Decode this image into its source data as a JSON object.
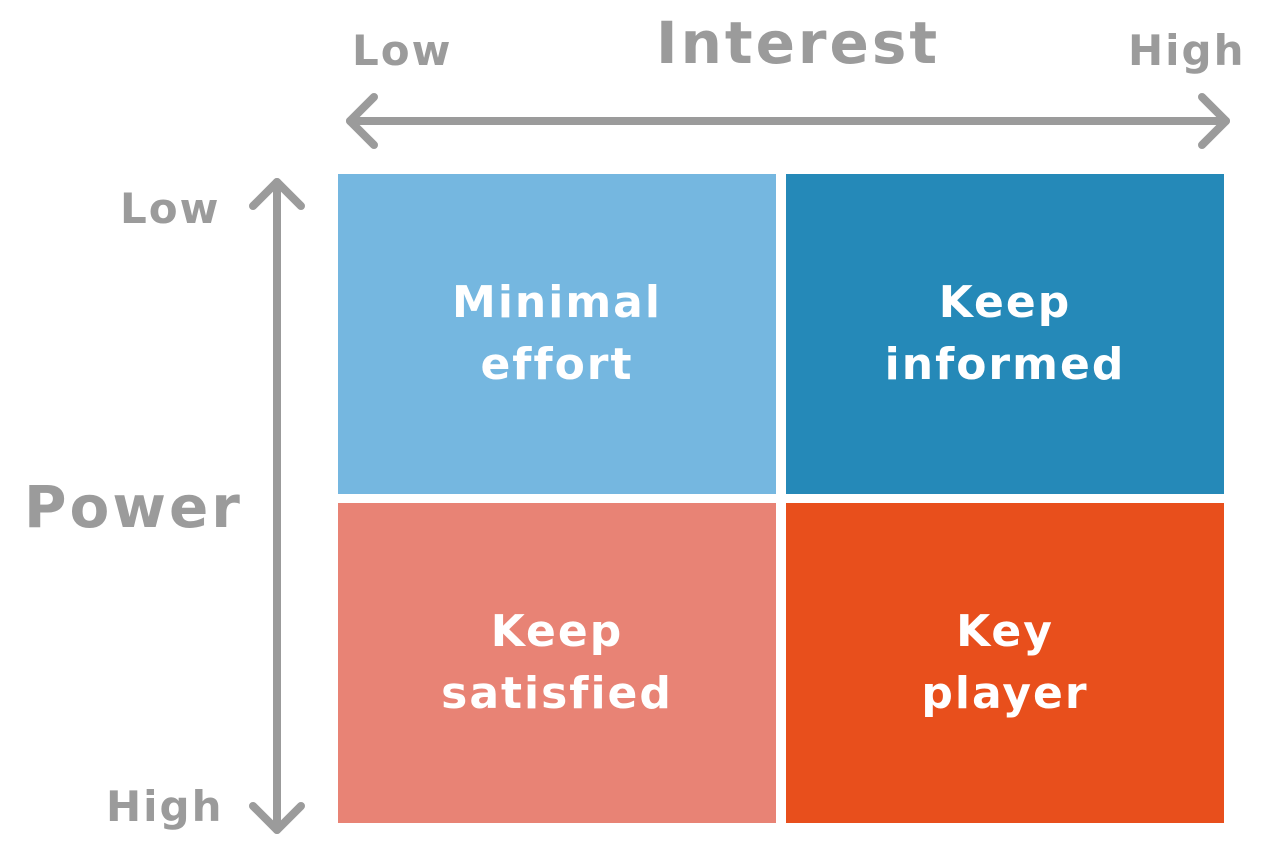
{
  "interest_axis": {
    "title": "Interest",
    "low_label": "Low",
    "high_label": "High"
  },
  "power_axis": {
    "title": "Power",
    "low_label": "Low",
    "high_label": "High"
  },
  "quadrants": [
    {
      "label": "Minimal\neffort",
      "interest": "Low",
      "power": "Low",
      "color": "#75b7e0"
    },
    {
      "label": "Keep\ninformed",
      "interest": "High",
      "power": "Low",
      "color": "#2589b8"
    },
    {
      "label": "Keep\nsatisfied",
      "interest": "Low",
      "power": "High",
      "color": "#e88375"
    },
    {
      "label": "Key\nplayer",
      "interest": "High",
      "power": "High",
      "color": "#e84f1c"
    }
  ],
  "colors": {
    "axis": "#9b9b9b",
    "quadrant_text": "#ffffff",
    "background": "#ffffff"
  }
}
